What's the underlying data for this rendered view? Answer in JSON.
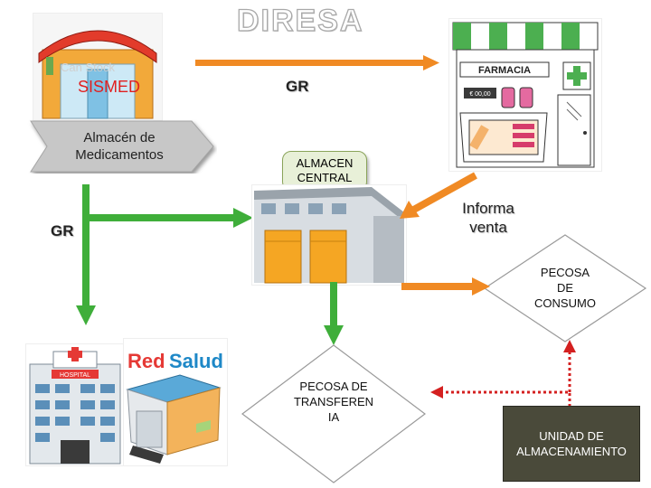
{
  "title": "DIRESA",
  "labels": {
    "sismed": "SISMED",
    "almacen_medicamentos_line1": "Almacén de",
    "almacen_medicamentos_line2": "Medicamentos",
    "gr_top": "GR",
    "gr_left": "GR",
    "almacen_central_line1": "ALMACEN",
    "almacen_central_line2": "CENTRAL",
    "informa_venta_line1": "Informa",
    "informa_venta_line2": "venta",
    "pecosa_consumo_line1": "PECOSA",
    "pecosa_consumo_line2": "DE",
    "pecosa_consumo_line3": "CONSUMO",
    "pecosa_transf_line1": "PECOSA DE",
    "pecosa_transf_line2": "TRANSFEREN",
    "pecosa_transf_line3": "IA",
    "unidad_line1": "UNIDAD DE",
    "unidad_line2": "ALMACENAMIENTO",
    "farmacia_sign": "FARMACIA",
    "price_tag": "€ 00,00",
    "hospital_sign": "HOSPITAL",
    "red_salud_red": "Red",
    "red_salud_blue": "Salud",
    "watermark": "Can Stock"
  },
  "colors": {
    "arrow_orange": "#f08a24",
    "arrow_green": "#3fae3a",
    "dotted_red": "#d42020",
    "dark_box": "#4a4a3a"
  }
}
